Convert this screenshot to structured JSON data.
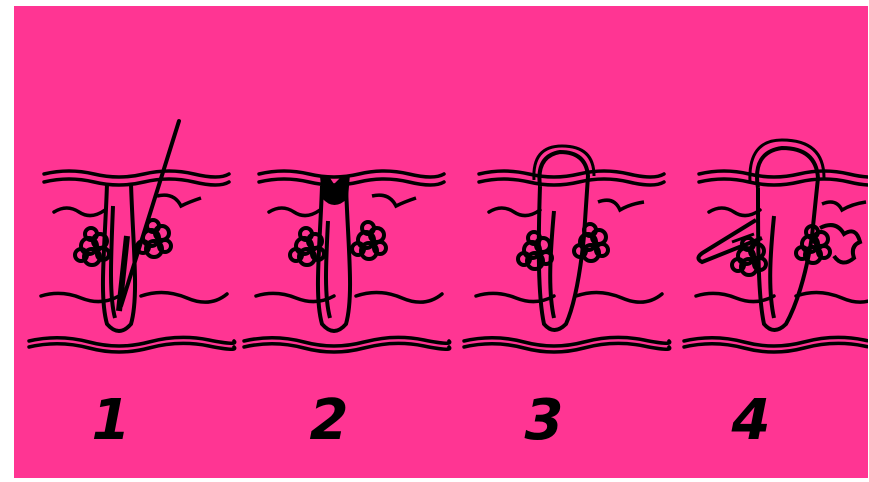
{
  "diagram": {
    "background_color": "#ff3593",
    "ink_color": "#000000",
    "stages": [
      {
        "label": "1"
      },
      {
        "label": "2"
      },
      {
        "label": "3"
      },
      {
        "label": "4"
      }
    ]
  }
}
